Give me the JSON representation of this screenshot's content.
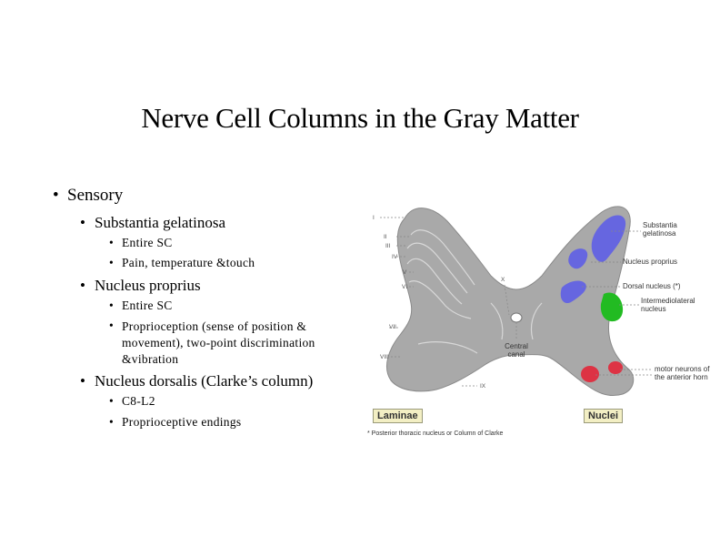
{
  "title": "Nerve Cell Columns in the Gray Matter",
  "bullets": {
    "sensory": "Sensory",
    "substantia": "Substantia gelatinosa",
    "substantia_items": [
      "Entire SC",
      "Pain, temperature &touch"
    ],
    "proprius": "Nucleus proprius",
    "proprius_items": [
      "Entire SC",
      "Proprioception (sense of position & movement), two-point discrimination &vibration"
    ],
    "dorsalis": "Nucleus dorsalis (Clarke’s column)",
    "dorsalis_items": [
      "C8-L2",
      "Proprioceptive endings"
    ]
  },
  "figure": {
    "laminae_numerals": [
      "I",
      "II",
      "III",
      "IV",
      "V",
      "VI",
      "VII",
      "VIII",
      "IX",
      "X"
    ],
    "central_canal": "Central canal",
    "labels": {
      "substantia": "Substantia gelatinosa",
      "proprius": "Nucleus proprius",
      "dorsal": "Dorsal nucleus (*)",
      "intermediolateral": "Intermediolateral nucleus",
      "motor": "motor neurons of the anterior horn"
    },
    "laminae_box": "Laminae",
    "nuclei_box": "Nuclei",
    "footnote": "* Posterior thoracic nucleus or Column of Clarke",
    "colors": {
      "gray_matter": "#a9a9a9",
      "substantia": "#6666e0",
      "intermediolateral": "#22bb22",
      "motor": "#dd3344"
    }
  }
}
